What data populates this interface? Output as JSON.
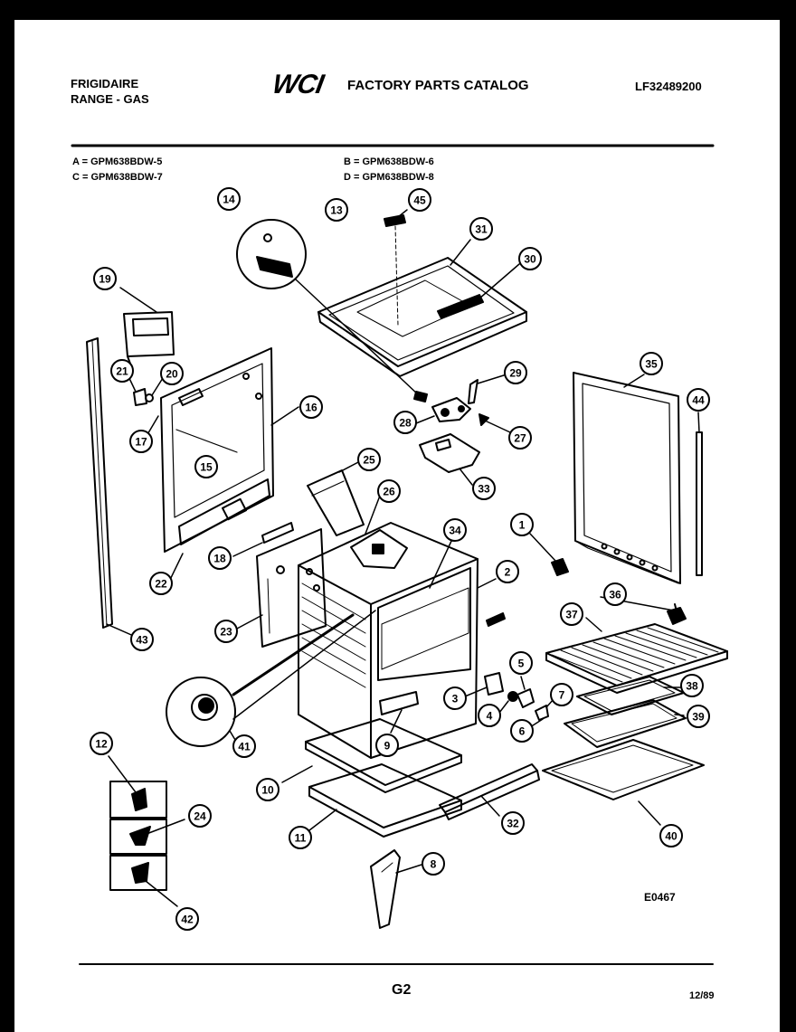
{
  "header": {
    "brand": "FRIGIDAIRE",
    "product": "RANGE - GAS",
    "logo_text": "WCI",
    "catalog_title": "FACTORY PARTS CATALOG",
    "document_number": "LF32489200"
  },
  "models": [
    {
      "text": "A = GPM638BDW-5"
    },
    {
      "text": "B = GPM638BDW-6"
    },
    {
      "text": "C = GPM638BDW-7"
    },
    {
      "text": "D = GPM638BDW-8"
    }
  ],
  "callouts": [
    "1",
    "2",
    "3",
    "4",
    "5",
    "6",
    "7",
    "8",
    "9",
    "10",
    "11",
    "12",
    "13",
    "14",
    "15",
    "16",
    "17",
    "18",
    "19",
    "20",
    "21",
    "22",
    "23",
    "24",
    "25",
    "26",
    "27",
    "28",
    "29",
    "30",
    "31",
    "32",
    "33",
    "34",
    "35",
    "36",
    "37",
    "38",
    "39",
    "40",
    "41",
    "42",
    "43",
    "44",
    "45"
  ],
  "footer": {
    "figure_id": "E0467",
    "page": "G2",
    "date": "12/89"
  }
}
